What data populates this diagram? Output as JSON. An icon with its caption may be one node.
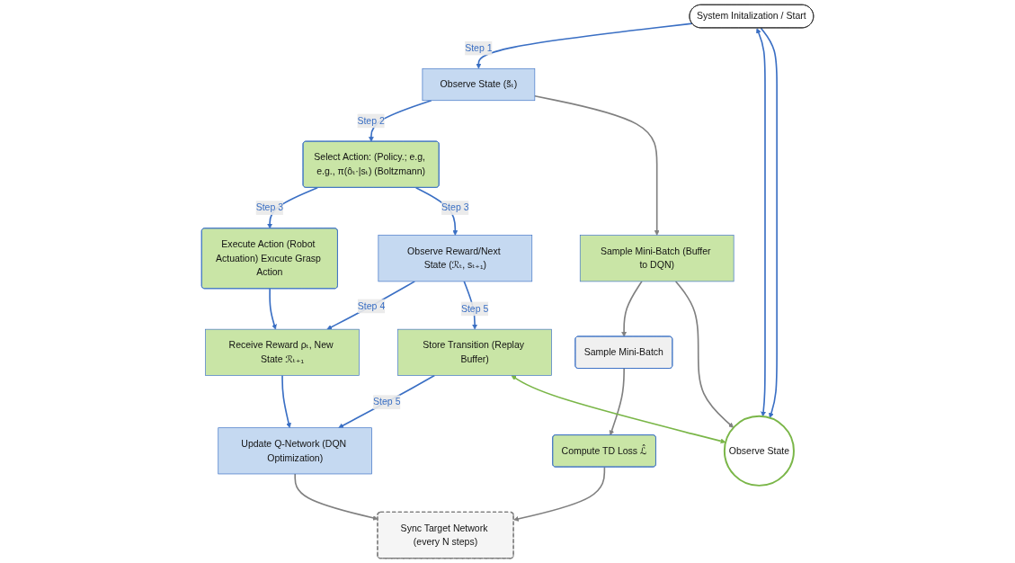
{
  "diagram": {
    "nodes": [
      {
        "text": [
          "System Initalization / Start"
        ]
      },
      {
        "text": [
          "Observe State (s̃ₜ)"
        ]
      },
      {
        "text": [
          "Sample Mini-Batch (Buffer to DQN)"
        ]
      },
      {
        "text": [
          "Select Action: (Policy.; e.g, e.g., π(ôₜ·|sₜ) (Boltzmann)"
        ]
      },
      {
        "text": [
          "Execute Action (Robot Actuation) Exıcute Grasp Action"
        ]
      },
      {
        "text": [
          "Sample Mini-Batch"
        ]
      },
      {
        "text": [
          "Observe Reward/Next State (ℛₜ, sₜ₊₁)"
        ]
      },
      {
        "text": [
          "Receive Reward ρₜ, New State ℛₜ₊₁"
        ]
      },
      {
        "text": [
          "Compute TD Loss ℒ̂"
        ]
      },
      {
        "text": [
          "Store Transition (Replay Buffer)"
        ]
      },
      {
        "text": [
          "Update Q-Network (DQN Optimization)"
        ]
      },
      {
        "text": [
          "Sync Target Network (every N steps)"
        ]
      },
      {
        "text": [
          "Observe State"
        ]
      }
    ],
    "edges": [
      {
        "from": 0,
        "to": 1,
        "arrow": "to",
        "label": "Step 1"
      },
      {
        "from": 1,
        "to": 3,
        "arrow": "to",
        "label": "Step 2"
      },
      {
        "from": 3,
        "to": 4,
        "arrow": "to",
        "label": "Step 3"
      },
      {
        "from": 3,
        "to": 6,
        "arrow": "to",
        "label": "Step 3"
      },
      {
        "from": 6,
        "to": 7,
        "arrow": "to",
        "label": "Step 4"
      },
      {
        "from": 6,
        "to": 9,
        "arrow": "to",
        "label": "Step 5"
      },
      {
        "from": 9,
        "to": 10,
        "arrow": "to",
        "label": "Step 5"
      },
      {
        "from": 4,
        "to": 7,
        "arrow": "to"
      },
      {
        "from": 7,
        "to": 10,
        "arrow": "to"
      },
      {
        "from": 1,
        "to": 2,
        "arrow": "to",
        "color": "#808080"
      },
      {
        "from": 2,
        "to": 5,
        "arrow": "to",
        "color": "#808080"
      },
      {
        "from": 5,
        "to": 8,
        "arrow": "to",
        "color": "#808080"
      },
      {
        "from": 8,
        "to": 11,
        "arrow": "to",
        "color": "#808080"
      },
      {
        "from": 10,
        "to": 11,
        "arrow": "to",
        "color": "#808080"
      },
      {
        "from": 2,
        "to": 12,
        "arrow": "to",
        "color": "#808080"
      },
      {
        "from": 0,
        "to": 12,
        "arrow": "both"
      },
      {
        "from": 0,
        "to": 12,
        "arrow": "to"
      },
      {
        "from": 9,
        "to": 12,
        "arrow": "both",
        "color": "#7ab648"
      }
    ]
  }
}
